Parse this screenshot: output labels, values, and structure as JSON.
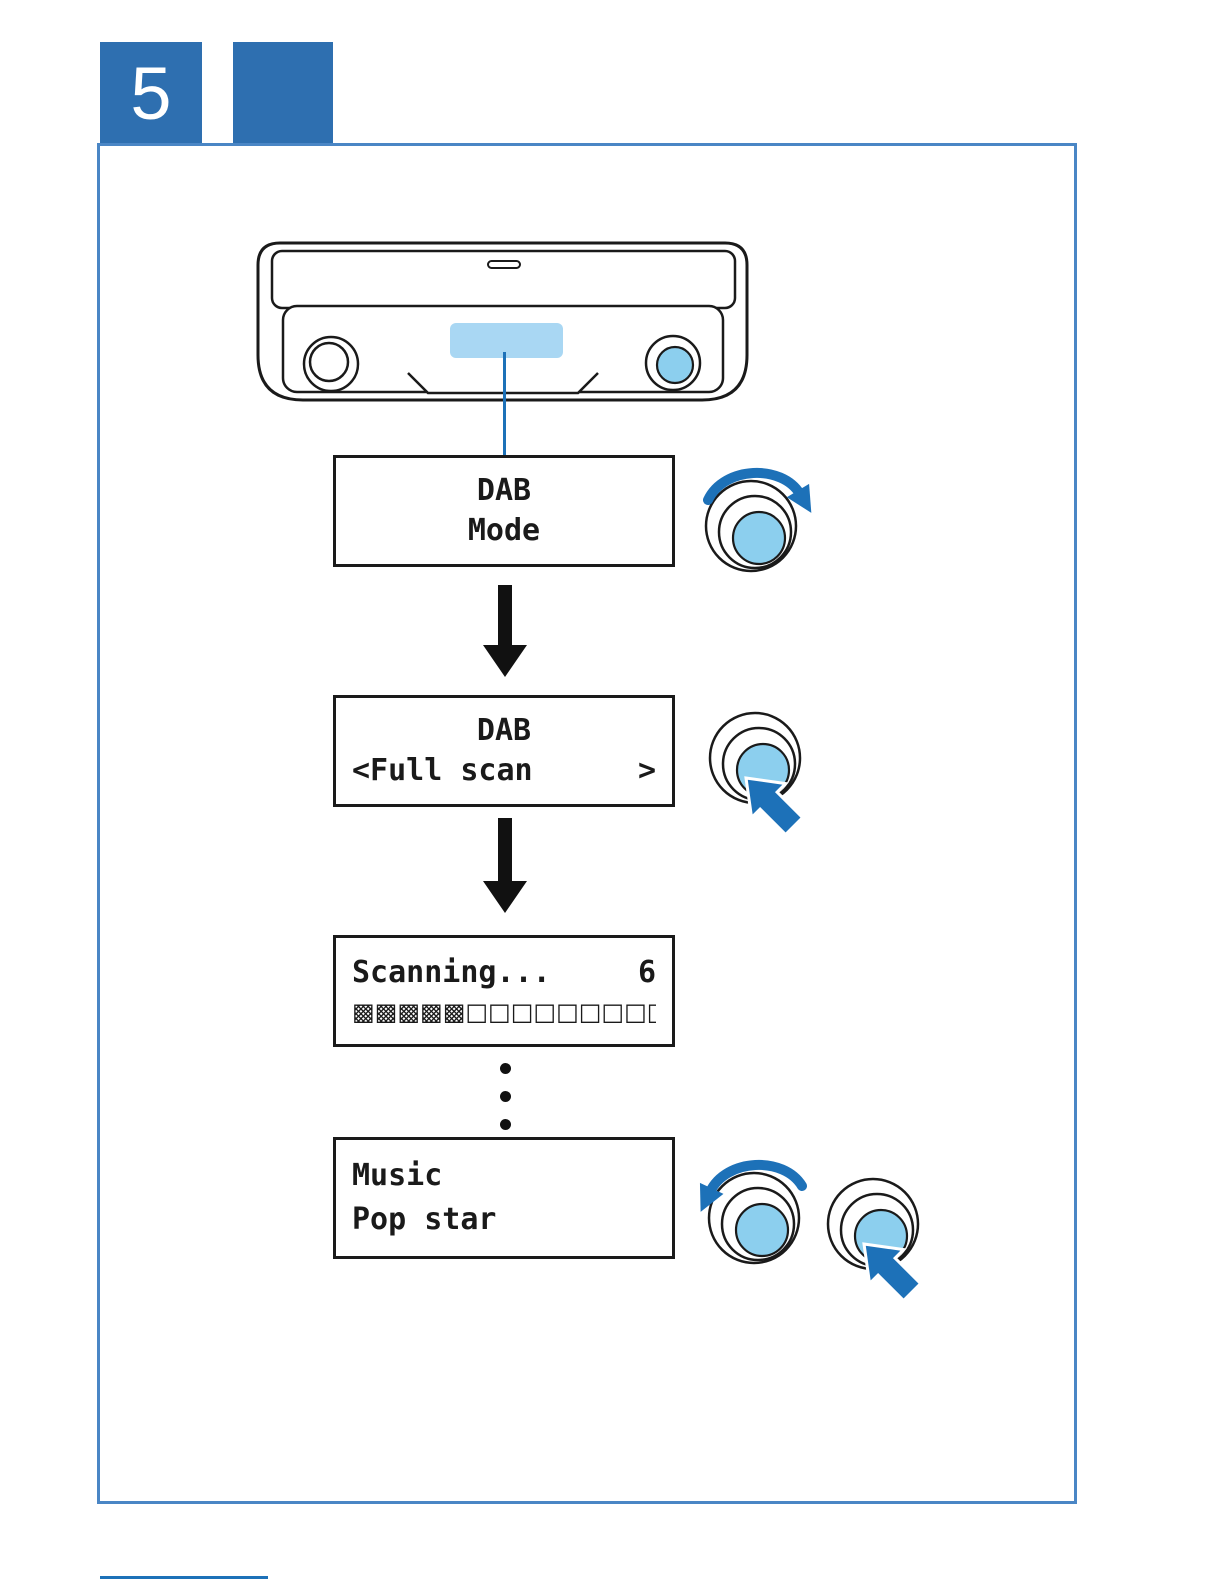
{
  "page": {
    "chapter_number": "5"
  },
  "colors": {
    "brand-blue": "#2e6fb0",
    "frame-blue": "#4a86c5",
    "arrow-blue": "#1d71b8",
    "knob-blue": "#8ccfee",
    "display-blue": "#a9d7f3",
    "lcd-text": "#1a1a1a"
  },
  "icons": {
    "rotate_knob": "rotate-knob-icon",
    "press_knob": "press-knob-icon",
    "down_arrow": "down-arrow-icon",
    "ellipsis": "ellipsis-dots"
  },
  "screens": [
    {
      "name": "mode-select",
      "line1": "DAB",
      "line2": "Mode"
    },
    {
      "name": "full-scan",
      "line1": "DAB",
      "line2_left": "<Full scan",
      "line2_right": ">"
    },
    {
      "name": "scanning",
      "line1_left": "Scanning...",
      "line1_right": "6",
      "line2": "▩▩▩▩▩□□□□□□□□□□□□□"
    },
    {
      "name": "playback",
      "line1": "Music",
      "line2": "Pop star"
    }
  ]
}
